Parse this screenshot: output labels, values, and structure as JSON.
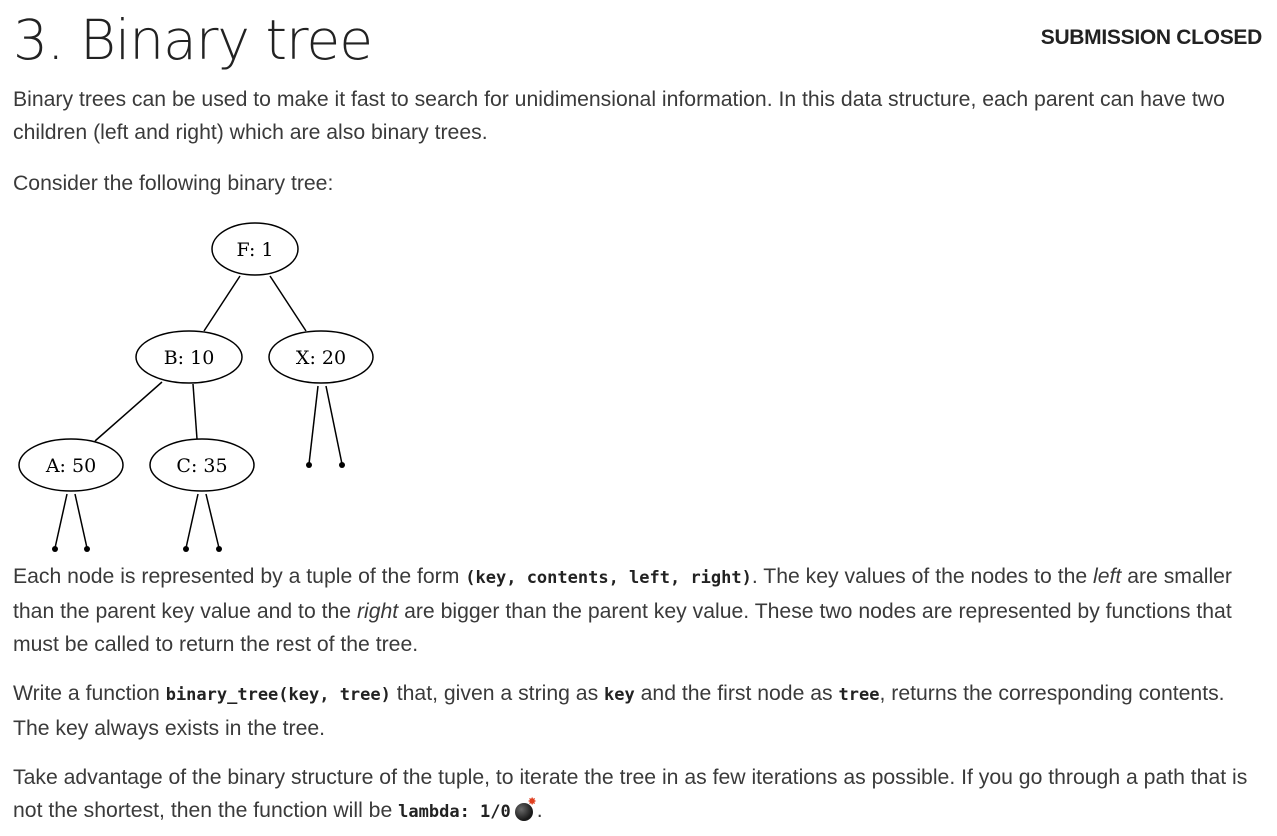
{
  "header": {
    "title": "3. Binary tree",
    "status": "SUBMISSION CLOSED"
  },
  "intro": {
    "text": "Binary trees can be used to make it fast to search for unidimensional information. In this data structure, each parent can have two children (left and right) which are also binary trees."
  },
  "consider": {
    "text": "Consider the following binary tree:"
  },
  "tree": {
    "nodes": [
      {
        "id": "F",
        "label": "F: 1"
      },
      {
        "id": "B",
        "label": "B: 10"
      },
      {
        "id": "X",
        "label": "X: 20"
      },
      {
        "id": "A",
        "label": "A: 50"
      },
      {
        "id": "C",
        "label": "C: 35"
      }
    ]
  },
  "node_desc": {
    "p1": "Each node is represented by a tuple of the form ",
    "code": "(key, contents, left, right)",
    "p2": ". The key values of the nodes to the ",
    "em_left": "left",
    "p3": " are smaller than the parent key value and to the ",
    "em_right": "right",
    "p4": " are bigger than the parent key value. These two nodes are represented by functions that must be called to return the rest of the tree."
  },
  "task": {
    "p1": "Write a function ",
    "code_sig": "binary_tree(key, tree)",
    "p2": " that, given a string as ",
    "code_key": "key",
    "p3": " and the first node as ",
    "code_tree": "tree",
    "p4": ", returns the corresponding contents. The key always exists in the tree."
  },
  "advice": {
    "p1": "Take advantage of the binary structure of the tuple, to iterate the tree in as few iterations as possible. If you go through a path that is not the shortest, then the function will be ",
    "code": "lambda: 1/0",
    "icon": "bomb-icon",
    "p2": "."
  }
}
